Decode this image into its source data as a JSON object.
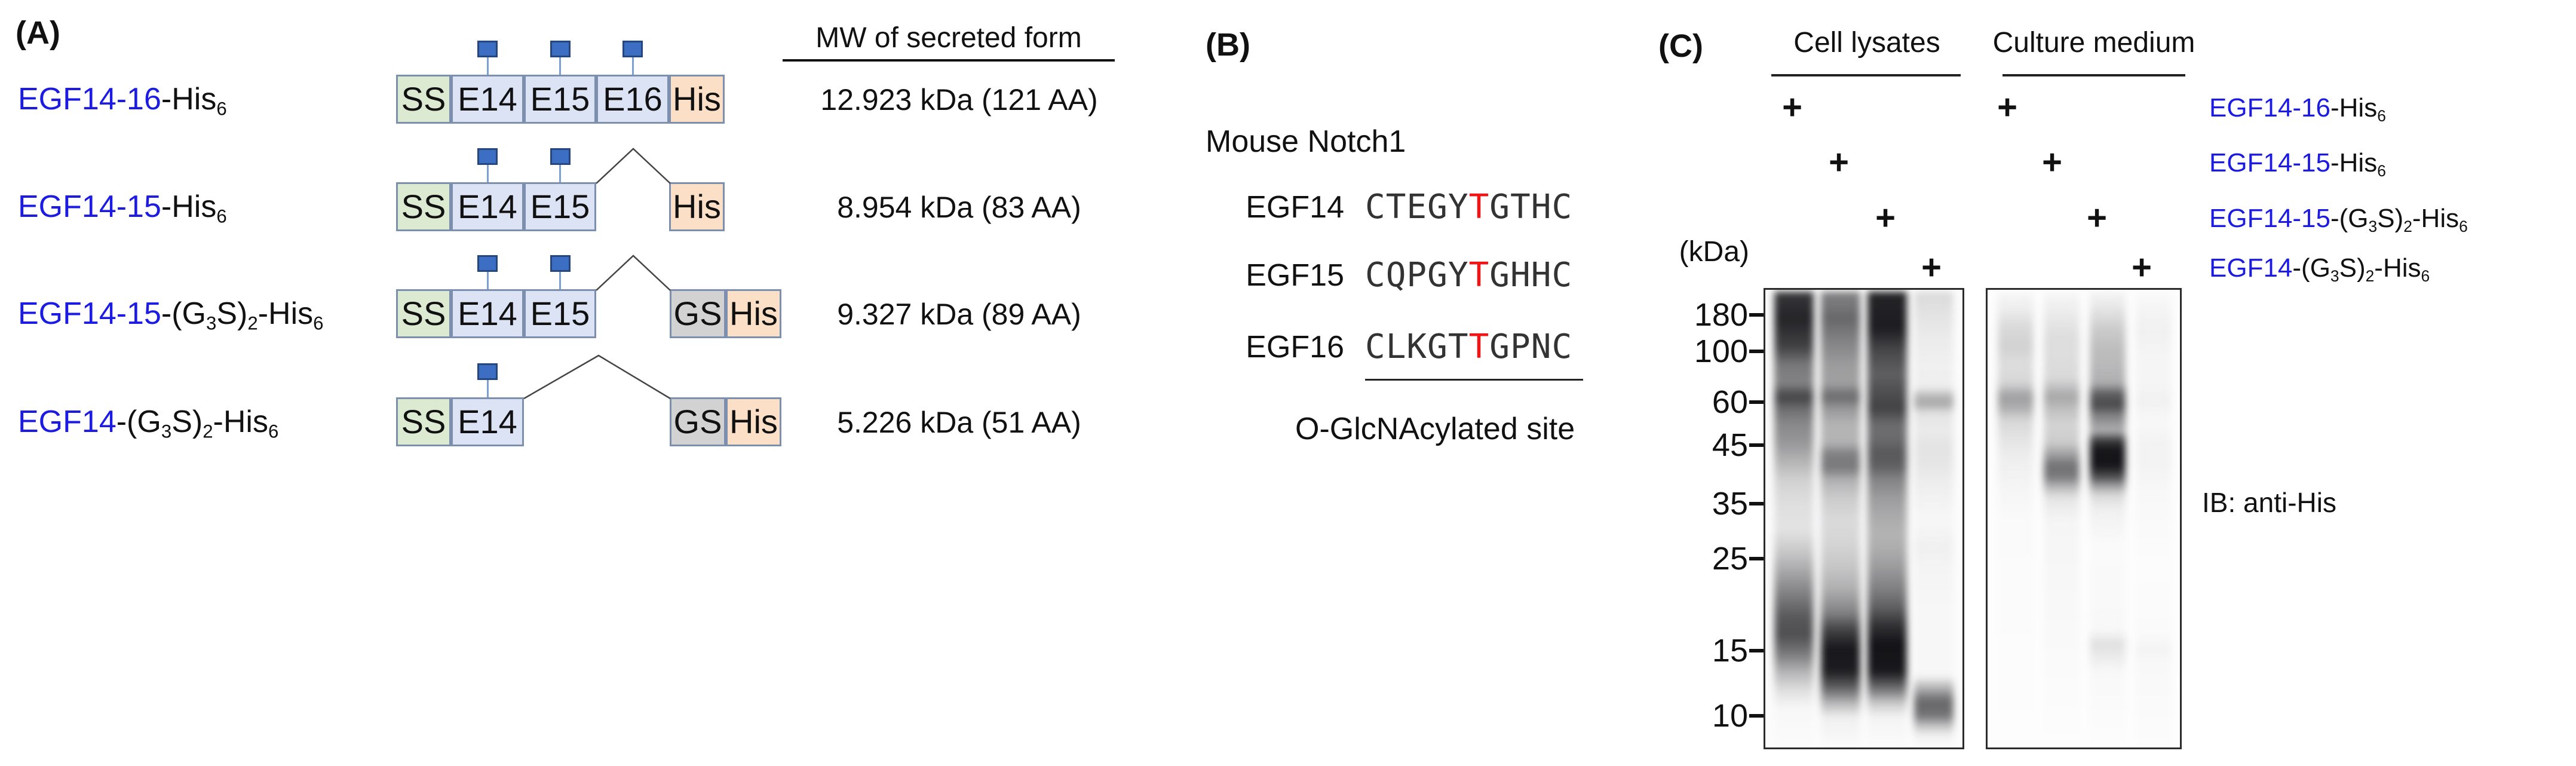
{
  "colors": {
    "blue_text": "#1b1be4",
    "red_residue": "#f01414",
    "ss_fill": "#dcead2",
    "egf_fill": "#dbe3f4",
    "his_fill": "#fbdfc7",
    "gs_fill": "#d2d2d2",
    "seg_border": "#7d8fae",
    "glycan_fill": "#3c6fc4",
    "glycan_border": "#26477e",
    "stem_color": "#7aa0d4"
  },
  "panelA": {
    "tag": "(A)",
    "mw_header": "MW of secreted form",
    "rows": [
      {
        "label": [
          {
            "t": "EGF14-16",
            "c": "blue"
          },
          {
            "t": "-His"
          },
          {
            "t": "6",
            "sub": true
          }
        ],
        "segments": [
          {
            "t": "SS",
            "k": "ss"
          },
          {
            "t": "E14",
            "k": "egf",
            "g": true
          },
          {
            "t": "E15",
            "k": "egf",
            "g": true
          },
          {
            "t": "E16",
            "k": "egf",
            "g": true
          },
          {
            "t": "His",
            "k": "his"
          }
        ],
        "mw": "12.923 kDa (121 AA)"
      },
      {
        "label": [
          {
            "t": "EGF14-15",
            "c": "blue"
          },
          {
            "t": "-His"
          },
          {
            "t": "6",
            "sub": true
          }
        ],
        "segments": [
          {
            "t": "SS",
            "k": "ss"
          },
          {
            "t": "E14",
            "k": "egf",
            "g": true
          },
          {
            "t": "E15",
            "k": "egf",
            "g": true
          },
          {
            "t": "His",
            "k": "his",
            "gap": true
          }
        ],
        "mw": "8.954 kDa (83 AA)"
      },
      {
        "label": [
          {
            "t": "EGF14-15",
            "c": "blue"
          },
          {
            "t": "-(G"
          },
          {
            "t": "3",
            "sub": true
          },
          {
            "t": "S)"
          },
          {
            "t": "2",
            "sub": true
          },
          {
            "t": "-His"
          },
          {
            "t": "6",
            "sub": true
          }
        ],
        "segments": [
          {
            "t": "SS",
            "k": "ss"
          },
          {
            "t": "E14",
            "k": "egf",
            "g": true
          },
          {
            "t": "E15",
            "k": "egf",
            "g": true
          },
          {
            "t": "GS",
            "k": "gs",
            "gap": true
          },
          {
            "t": "His",
            "k": "his"
          }
        ],
        "mw": "9.327 kDa (89 AA)"
      },
      {
        "label": [
          {
            "t": "EGF14",
            "c": "blue"
          },
          {
            "t": "-(G"
          },
          {
            "t": "3",
            "sub": true
          },
          {
            "t": "S)"
          },
          {
            "t": "2",
            "sub": true
          },
          {
            "t": "-His"
          },
          {
            "t": "6",
            "sub": true
          }
        ],
        "segments": [
          {
            "t": "SS",
            "k": "ss"
          },
          {
            "t": "E14",
            "k": "egf",
            "g": true
          },
          {
            "t": "GS",
            "k": "gs",
            "gap": true
          },
          {
            "t": "His",
            "k": "his"
          }
        ],
        "mw": "5.226 kDa (51 AA)"
      }
    ]
  },
  "panelB": {
    "tag": "(B)",
    "title": "Mouse Notch1",
    "rows": [
      {
        "name": "EGF14",
        "seq_before": "CTEGY",
        "glyc": "T",
        "seq_after": "GTHC"
      },
      {
        "name": "EGF15",
        "seq_before": "CQPGY",
        "glyc": "T",
        "seq_after": "GHHC"
      },
      {
        "name": "EGF16",
        "seq_before": "CLKGT",
        "glyc": "T",
        "seq_after": "GPNC"
      }
    ],
    "caption": "O-GlcNAcylated site"
  },
  "panelC": {
    "tag": "(C)",
    "groups": [
      {
        "label": "Cell lysates"
      },
      {
        "label": "Culture medium"
      }
    ],
    "plus_symbol": "+",
    "kda_label": "(kDa)",
    "ladder": [
      "180",
      "100",
      "60",
      "45",
      "35",
      "25",
      "15",
      "10"
    ],
    "right_labels": [
      [
        {
          "t": "EGF14-16",
          "c": "blue"
        },
        {
          "t": "-His"
        },
        {
          "t": "6",
          "sub": true
        }
      ],
      [
        {
          "t": "EGF14-15",
          "c": "blue"
        },
        {
          "t": "-His"
        },
        {
          "t": "6",
          "sub": true
        }
      ],
      [
        {
          "t": "EGF14-15",
          "c": "blue"
        },
        {
          "t": "-(G"
        },
        {
          "t": "3",
          "sub": true
        },
        {
          "t": "S)"
        },
        {
          "t": "2",
          "sub": true
        },
        {
          "t": "-His"
        },
        {
          "t": "6",
          "sub": true
        }
      ],
      [
        {
          "t": "EGF14",
          "c": "blue"
        },
        {
          "t": "-(G"
        },
        {
          "t": "3",
          "sub": true
        },
        {
          "t": "S)"
        },
        {
          "t": "2",
          "sub": true
        },
        {
          "t": "-His"
        },
        {
          "t": "6",
          "sub": true
        }
      ]
    ],
    "ib_label": "IB: anti-His",
    "blots": {
      "left": {
        "lanes": [
          {
            "profile": [
              [
                0,
                0.82
              ],
              [
                6,
                0.9
              ],
              [
                12,
                0.78
              ],
              [
                16,
                0.55
              ],
              [
                20,
                0.5
              ],
              [
                23,
                0.78
              ],
              [
                25.5,
                0.6
              ],
              [
                29,
                0.48
              ],
              [
                33,
                0.42
              ],
              [
                37,
                0.3
              ],
              [
                41,
                0.18
              ],
              [
                46,
                0.12
              ],
              [
                52,
                0.1
              ],
              [
                57,
                0.22
              ],
              [
                62,
                0.38
              ],
              [
                67,
                0.55
              ],
              [
                71,
                0.68
              ],
              [
                75,
                0.72
              ],
              [
                79,
                0.55
              ],
              [
                83,
                0.3
              ],
              [
                87,
                0.12
              ],
              [
                91,
                0.02
              ],
              [
                100,
                0
              ]
            ]
          },
          {
            "profile": [
              [
                0,
                0.5
              ],
              [
                6,
                0.62
              ],
              [
                11,
                0.5
              ],
              [
                16,
                0.4
              ],
              [
                20,
                0.38
              ],
              [
                23,
                0.62
              ],
              [
                25.5,
                0.42
              ],
              [
                29,
                0.3
              ],
              [
                33,
                0.3
              ],
              [
                35.5,
                0.52
              ],
              [
                38.5,
                0.55
              ],
              [
                41,
                0.32
              ],
              [
                45,
                0.2
              ],
              [
                50,
                0.14
              ],
              [
                55,
                0.16
              ],
              [
                60,
                0.22
              ],
              [
                65,
                0.32
              ],
              [
                70,
                0.5
              ],
              [
                74,
                0.78
              ],
              [
                78,
                0.95
              ],
              [
                83,
                0.93
              ],
              [
                87,
                0.6
              ],
              [
                90,
                0.28
              ],
              [
                93,
                0.05
              ],
              [
                100,
                0
              ]
            ]
          },
          {
            "profile": [
              [
                0,
                0.9
              ],
              [
                8,
                0.93
              ],
              [
                13,
                0.75
              ],
              [
                18,
                0.65
              ],
              [
                22,
                0.72
              ],
              [
                25.5,
                0.78
              ],
              [
                29,
                0.6
              ],
              [
                32,
                0.6
              ],
              [
                35,
                0.68
              ],
              [
                38,
                0.66
              ],
              [
                41,
                0.5
              ],
              [
                45,
                0.4
              ],
              [
                49,
                0.34
              ],
              [
                53,
                0.3
              ],
              [
                57,
                0.34
              ],
              [
                61,
                0.42
              ],
              [
                65,
                0.52
              ],
              [
                69,
                0.65
              ],
              [
                73,
                0.85
              ],
              [
                77,
                0.97
              ],
              [
                83,
                0.95
              ],
              [
                87,
                0.55
              ],
              [
                90,
                0.2
              ],
              [
                93,
                0.03
              ],
              [
                100,
                0
              ]
            ]
          },
          {
            "profile": [
              [
                0,
                0.14
              ],
              [
                5,
                0.1
              ],
              [
                10,
                0.07
              ],
              [
                16,
                0.05
              ],
              [
                21,
                0.06
              ],
              [
                23,
                0.3
              ],
              [
                24.5,
                0.36
              ],
              [
                26.5,
                0.1
              ],
              [
                30,
                0.07
              ],
              [
                34,
                0.1
              ],
              [
                38,
                0.09
              ],
              [
                43,
                0.05
              ],
              [
                50,
                0.02
              ],
              [
                56,
                0.05
              ],
              [
                60,
                0.03
              ],
              [
                70,
                0.02
              ],
              [
                84,
                0.02
              ],
              [
                87,
                0.35
              ],
              [
                89.5,
                0.62
              ],
              [
                92.5,
                0.58
              ],
              [
                95,
                0.22
              ],
              [
                97,
                0.04
              ],
              [
                100,
                0
              ]
            ]
          }
        ]
      },
      "right": {
        "lanes": [
          {
            "profile": [
              [
                0,
                0.02
              ],
              [
                4,
                0.07
              ],
              [
                8,
                0.15
              ],
              [
                12,
                0.18
              ],
              [
                16,
                0.13
              ],
              [
                20,
                0.16
              ],
              [
                23,
                0.4
              ],
              [
                25.5,
                0.32
              ],
              [
                28,
                0.16
              ],
              [
                32,
                0.1
              ],
              [
                37,
                0.06
              ],
              [
                43,
                0.03
              ],
              [
                50,
                0.01
              ],
              [
                100,
                0
              ]
            ]
          },
          {
            "profile": [
              [
                0,
                0.02
              ],
              [
                5,
                0.08
              ],
              [
                10,
                0.13
              ],
              [
                14,
                0.13
              ],
              [
                19,
                0.15
              ],
              [
                23,
                0.36
              ],
              [
                25.5,
                0.26
              ],
              [
                29,
                0.17
              ],
              [
                33,
                0.2
              ],
              [
                36,
                0.42
              ],
              [
                38,
                0.58
              ],
              [
                40.5,
                0.55
              ],
              [
                42.5,
                0.3
              ],
              [
                45,
                0.1
              ],
              [
                50,
                0.03
              ],
              [
                100,
                0
              ]
            ]
          },
          {
            "profile": [
              [
                0,
                0.03
              ],
              [
                4,
                0.1
              ],
              [
                8,
                0.2
              ],
              [
                12,
                0.26
              ],
              [
                16,
                0.28
              ],
              [
                20,
                0.32
              ],
              [
                22.5,
                0.68
              ],
              [
                25,
                0.75
              ],
              [
                27,
                0.5
              ],
              [
                28.5,
                0.44
              ],
              [
                30.5,
                0.3
              ],
              [
                32.5,
                0.8
              ],
              [
                34.5,
                0.96
              ],
              [
                38,
                0.96
              ],
              [
                40.5,
                0.72
              ],
              [
                42.5,
                0.38
              ],
              [
                44.5,
                0.14
              ],
              [
                48,
                0.05
              ],
              [
                55,
                0.01
              ],
              [
                74,
                0.02
              ],
              [
                77,
                0.12
              ],
              [
                79.5,
                0.08
              ],
              [
                83,
                0.02
              ],
              [
                100,
                0
              ]
            ]
          },
          {
            "profile": [
              [
                0,
                0.01
              ],
              [
                5,
                0.04
              ],
              [
                9,
                0.05
              ],
              [
                14,
                0.03
              ],
              [
                20,
                0.03
              ],
              [
                24,
                0.05
              ],
              [
                28,
                0.02
              ],
              [
                33,
                0.04
              ],
              [
                38,
                0.04
              ],
              [
                44,
                0.02
              ],
              [
                60,
                0.005
              ],
              [
                75,
                0.01
              ],
              [
                78,
                0.04
              ],
              [
                81,
                0.02
              ],
              [
                100,
                0.005
              ]
            ]
          }
        ]
      }
    }
  }
}
